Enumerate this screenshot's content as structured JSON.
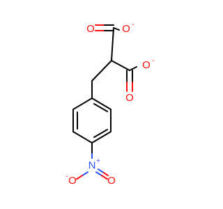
{
  "molecule": {
    "atoms": {
      "o1": "O",
      "o2": "O",
      "o3": "O",
      "o4": "O",
      "n1": "N",
      "o5": "O",
      "o6": "O"
    },
    "charges": {
      "o2": "-",
      "o4": "-",
      "n1": "+",
      "o6": "-"
    },
    "colors": {
      "oxygen": "#ff0d0d",
      "nitrogen": "#3050f8",
      "carbon_bond": "#000000"
    }
  }
}
